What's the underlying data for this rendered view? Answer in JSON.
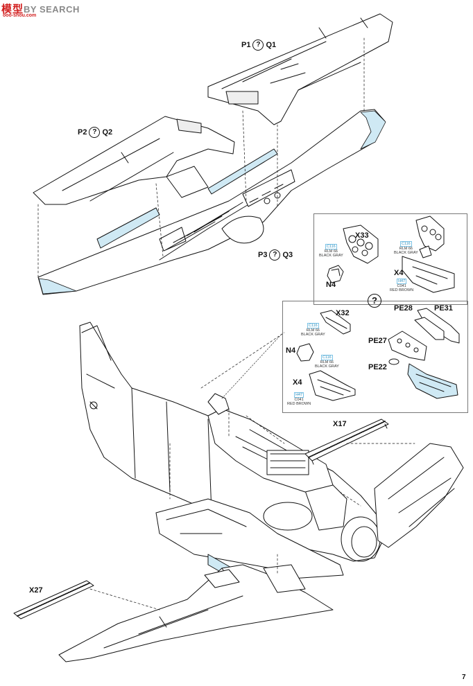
{
  "watermark": {
    "brand_red": "模型",
    "brand_grey": "BY SEARCH",
    "url": "ooo-shou.com"
  },
  "labels": {
    "p1": "P1",
    "q1": "Q1",
    "p2": "P2",
    "q2": "Q2",
    "p3": "P3",
    "q3": "Q3",
    "x33": "X33",
    "x4_top": "X4",
    "n4_top": "N4",
    "x32": "X32",
    "n4_mid": "N4",
    "x4_mid": "X4",
    "pe28": "PE28",
    "pe31": "PE31",
    "pe27": "PE27",
    "pe22": "PE22",
    "x17": "X17",
    "x27": "X27",
    "unknown_symbol": "?"
  },
  "paints": {
    "gray_a": {
      "code": "C116",
      "name": "RLM 66",
      "desc": "BLACK GRAY"
    },
    "gray_b": {
      "code": "C116",
      "name": "RLM 66",
      "desc": "BLACK GRAY"
    },
    "brown_a": {
      "code": "H47",
      "name": "C041",
      "desc": "RED BROWN"
    },
    "gray_c": {
      "code": "C116",
      "name": "RLM 66",
      "desc": "BLACK GRAY"
    },
    "gray_d": {
      "code": "C116",
      "name": "RLM 66",
      "desc": "BLACK GRAY"
    },
    "brown_b": {
      "code": "H47",
      "name": "C041",
      "desc": "RED BROWN"
    }
  },
  "page_number": "7",
  "colors": {
    "ink": "#111111",
    "highlight": "#cfe9f4",
    "watermark_red": "#d21e1e"
  }
}
